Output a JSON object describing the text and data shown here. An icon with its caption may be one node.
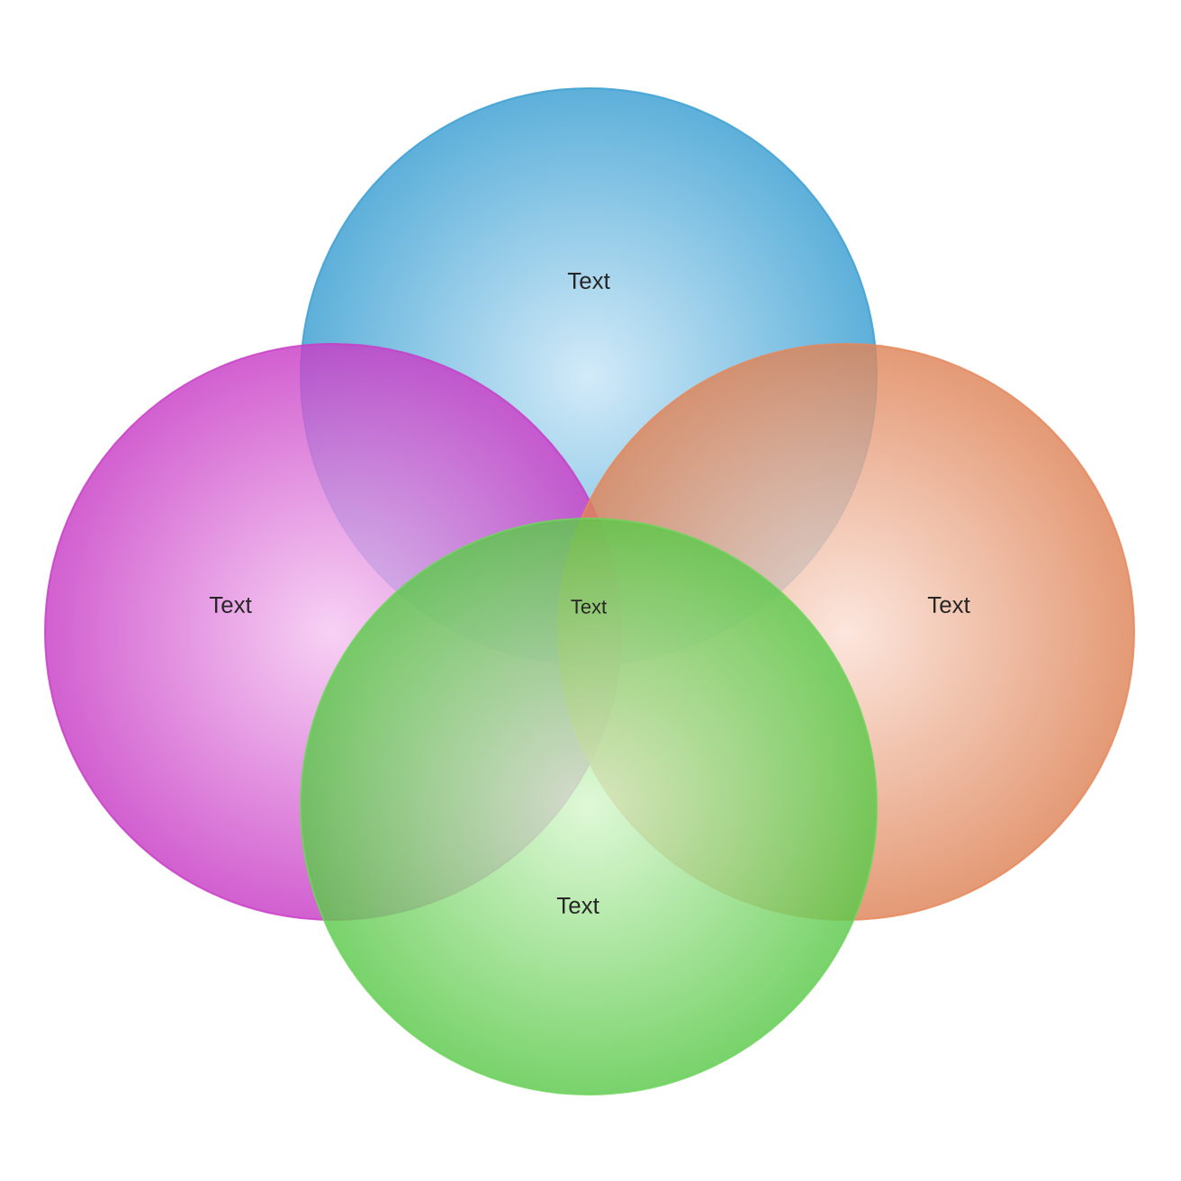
{
  "diagram": {
    "nodes": [
      {
        "text": [
          "Text"
        ]
      },
      {
        "text": [
          "Text"
        ]
      },
      {
        "text": [
          "Text"
        ]
      },
      {
        "text": [
          "Text"
        ]
      }
    ],
    "labels": [
      "Text"
    ]
  }
}
